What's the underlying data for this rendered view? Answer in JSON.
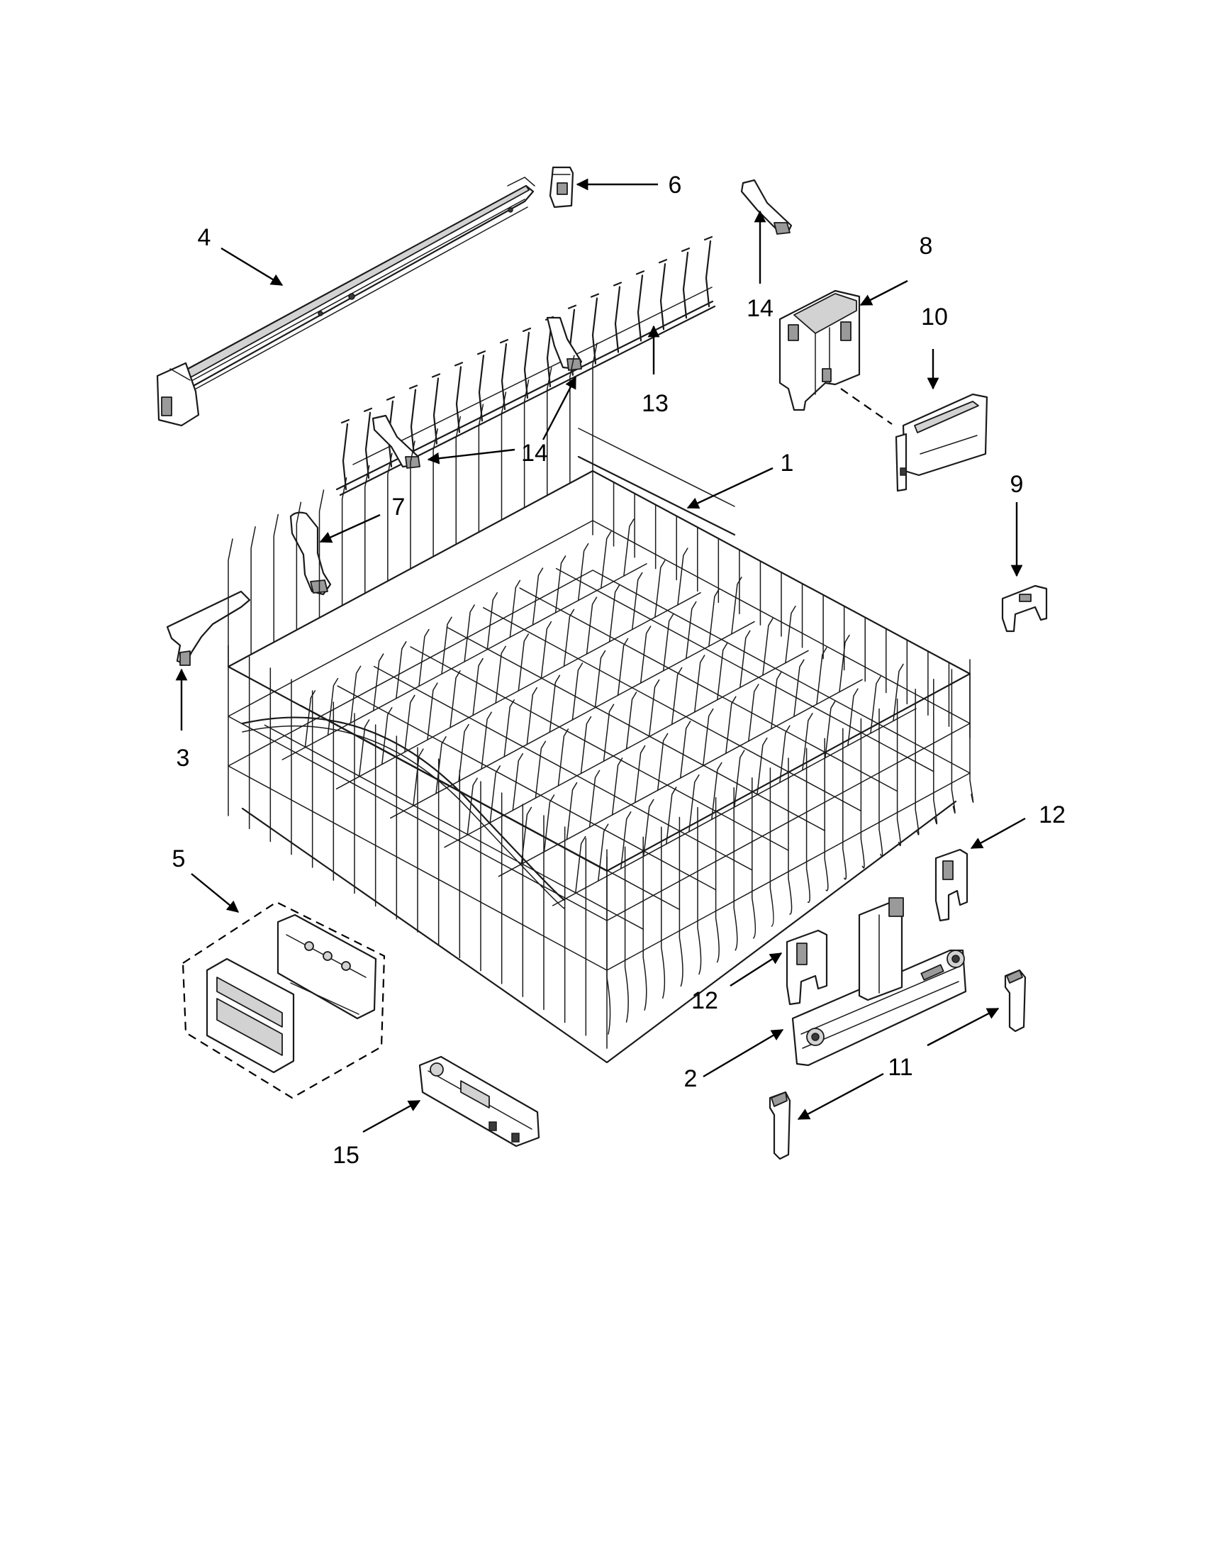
{
  "colors": {
    "line": "#1a1a1a",
    "background": "#ffffff",
    "shade": "#9a9a9a"
  },
  "callouts": [
    {
      "id": "c1",
      "text": "1"
    },
    {
      "id": "c2",
      "text": "2"
    },
    {
      "id": "c3",
      "text": "3"
    },
    {
      "id": "c4",
      "text": "4"
    },
    {
      "id": "c5",
      "text": "5"
    },
    {
      "id": "c6",
      "text": "6"
    },
    {
      "id": "c7",
      "text": "7"
    },
    {
      "id": "c8",
      "text": "8"
    },
    {
      "id": "c9",
      "text": "9"
    },
    {
      "id": "c10",
      "text": "10"
    },
    {
      "id": "c11",
      "text": "11"
    },
    {
      "id": "c12a",
      "text": "12"
    },
    {
      "id": "c12b",
      "text": "12"
    },
    {
      "id": "c13",
      "text": "13"
    },
    {
      "id": "c14a",
      "text": "14"
    },
    {
      "id": "c14b",
      "text": "14"
    },
    {
      "id": "c15",
      "text": "15"
    }
  ]
}
